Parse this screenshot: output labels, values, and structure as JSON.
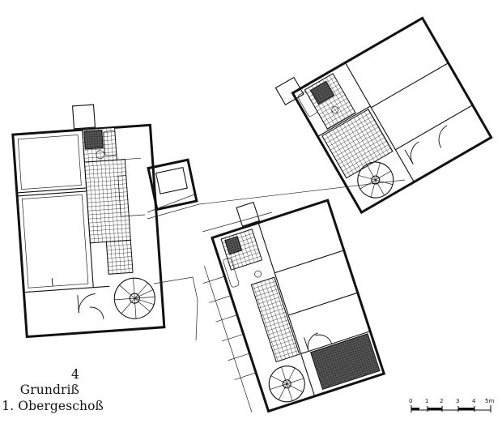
{
  "caption": {
    "figure_number": "4",
    "title": "Grundriß",
    "subtitle": "1. Obergeschoß"
  },
  "scale_bar": {
    "ticks": [
      "0",
      "1",
      "2",
      "3",
      "4",
      "5m"
    ]
  }
}
